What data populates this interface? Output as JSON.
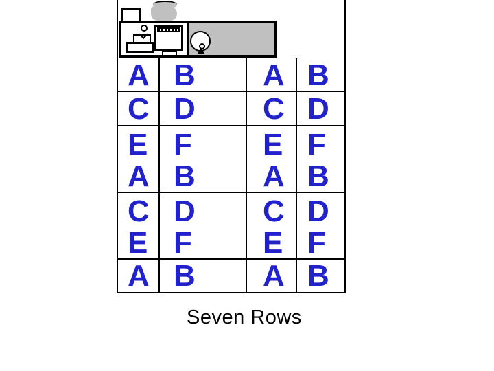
{
  "caption": "Seven Rows",
  "colors": {
    "letter_blue": "#2222CC",
    "clipart_gray": "#C0C0C0",
    "table_border": "#000000",
    "background": "#FFFFFF"
  },
  "clipart": {
    "icons": [
      "blank-square-icon",
      "jar-icon",
      "printer-icon",
      "monitor-icon",
      "plug-icon",
      "person-circle-icon",
      "gray-panel"
    ]
  },
  "table": {
    "bands": [
      {
        "cells": [
          [
            "A"
          ],
          [
            "B"
          ],
          [
            "A"
          ],
          [
            "B"
          ]
        ]
      },
      {
        "cells": [
          [
            "C"
          ],
          [
            "D"
          ],
          [
            "C"
          ],
          [
            "D"
          ]
        ]
      },
      {
        "cells": [
          [
            "E",
            "A"
          ],
          [
            "F",
            "B"
          ],
          [
            "E",
            "A"
          ],
          [
            "F",
            "B"
          ]
        ]
      },
      {
        "cells": [
          [
            "C",
            "E"
          ],
          [
            "D",
            "F"
          ],
          [
            "C",
            "E"
          ],
          [
            "D",
            "F"
          ]
        ]
      },
      {
        "cells": [
          [
            "A"
          ],
          [
            "B"
          ],
          [
            "A"
          ],
          [
            "B"
          ]
        ]
      }
    ]
  }
}
